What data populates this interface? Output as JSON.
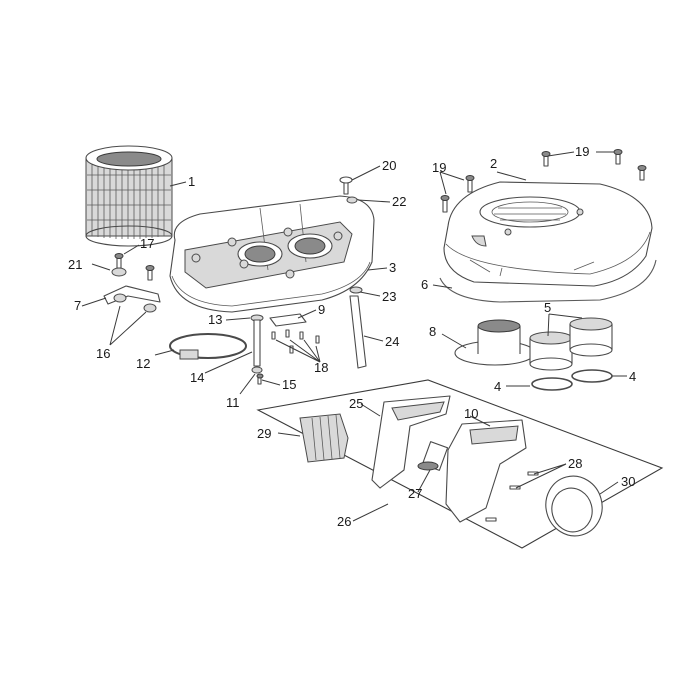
{
  "callouts": {
    "c1": "1",
    "c2": "2",
    "c3": "3",
    "c4a": "4",
    "c4b": "4",
    "c5": "5",
    "c6": "6",
    "c7": "7",
    "c8": "8",
    "c9": "9",
    "c10": "10",
    "c11": "11",
    "c12": "12",
    "c13": "13",
    "c14": "14",
    "c15": "15",
    "c16": "16",
    "c17": "17",
    "c18": "18",
    "c19a": "19",
    "c19b": "19",
    "c20": "20",
    "c21": "21",
    "c22": "22",
    "c23": "23",
    "c24": "24",
    "c25": "25",
    "c26": "26",
    "c27": "27",
    "c28": "28",
    "c29": "29",
    "c30": "30"
  }
}
